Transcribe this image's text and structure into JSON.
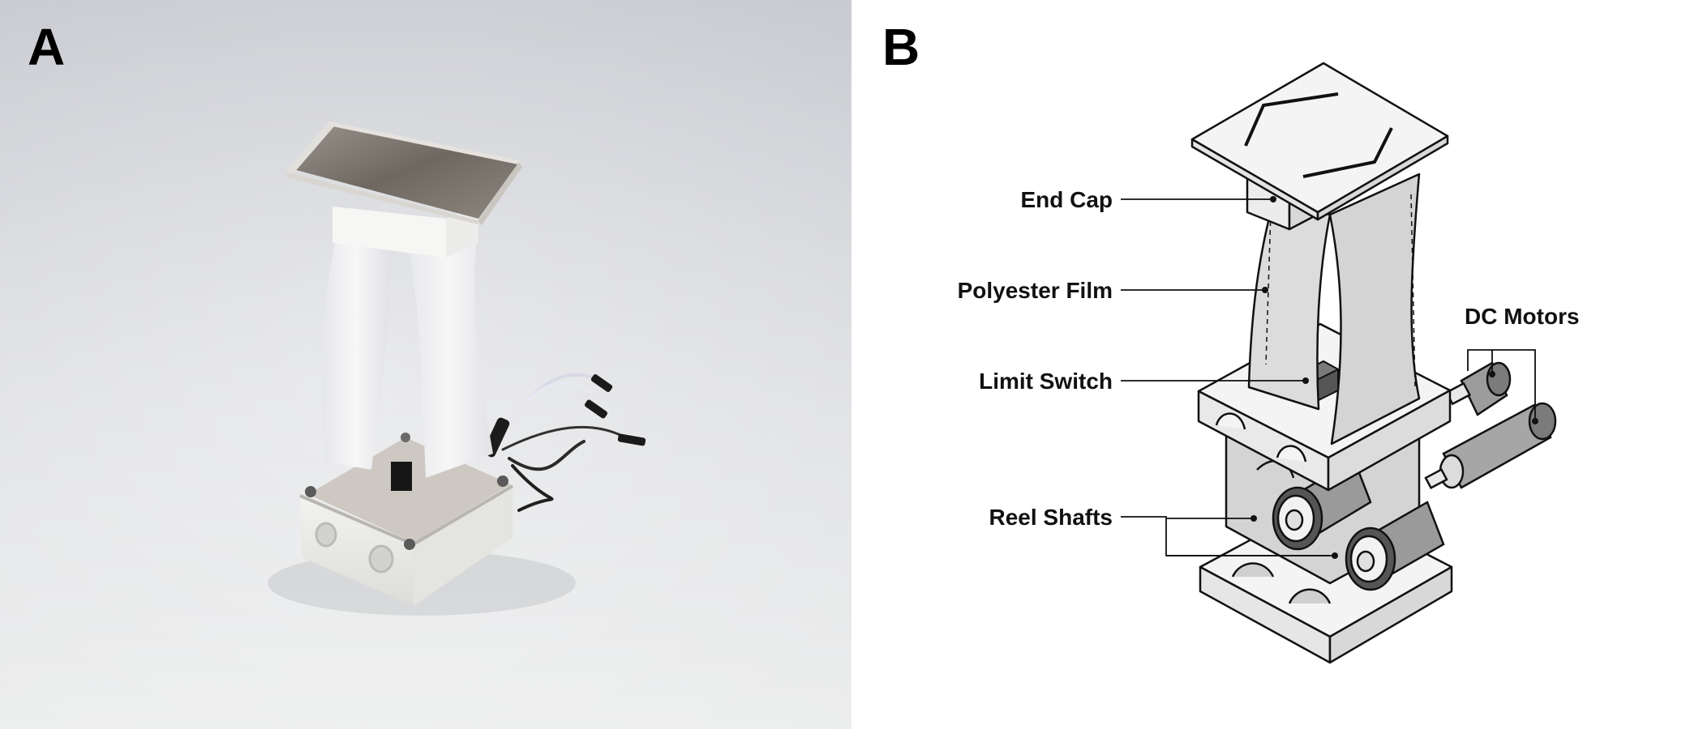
{
  "panels": {
    "a": {
      "letter": "A"
    },
    "b": {
      "letter": "B"
    }
  },
  "callouts": {
    "end_cap": "End Cap",
    "polyester_film": "Polyester Film",
    "limit_switch": "Limit Switch",
    "reel_shafts": "Reel Shafts",
    "dc_motors": "DC Motors"
  },
  "colors": {
    "photo_bg": "#d8dade",
    "film": "#f3f3f3",
    "part_light": "#f4f4f4",
    "part_mid": "#cfcfcf",
    "part_dark": "#8e8e8e",
    "line": "#111111"
  }
}
